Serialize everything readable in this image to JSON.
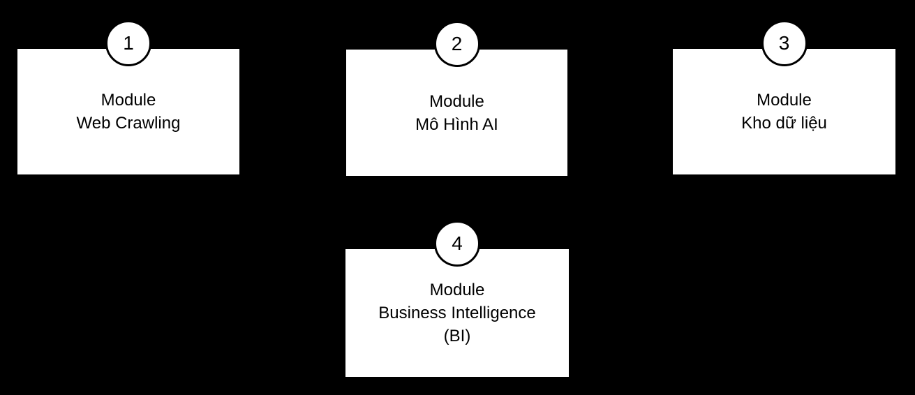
{
  "diagram": {
    "background_color": "#000000",
    "box_fill_color": "#ffffff",
    "text_color": "#000000",
    "badge_border_color": "#000000"
  },
  "modules": [
    {
      "number": "1",
      "lines": [
        "Module",
        "Web Crawling"
      ]
    },
    {
      "number": "2",
      "lines": [
        "Module",
        "Mô Hình AI"
      ]
    },
    {
      "number": "3",
      "lines": [
        "Module",
        "Kho dữ liệu"
      ]
    },
    {
      "number": "4",
      "lines": [
        "Module",
        "Business Intelligence",
        "(BI)"
      ]
    }
  ]
}
